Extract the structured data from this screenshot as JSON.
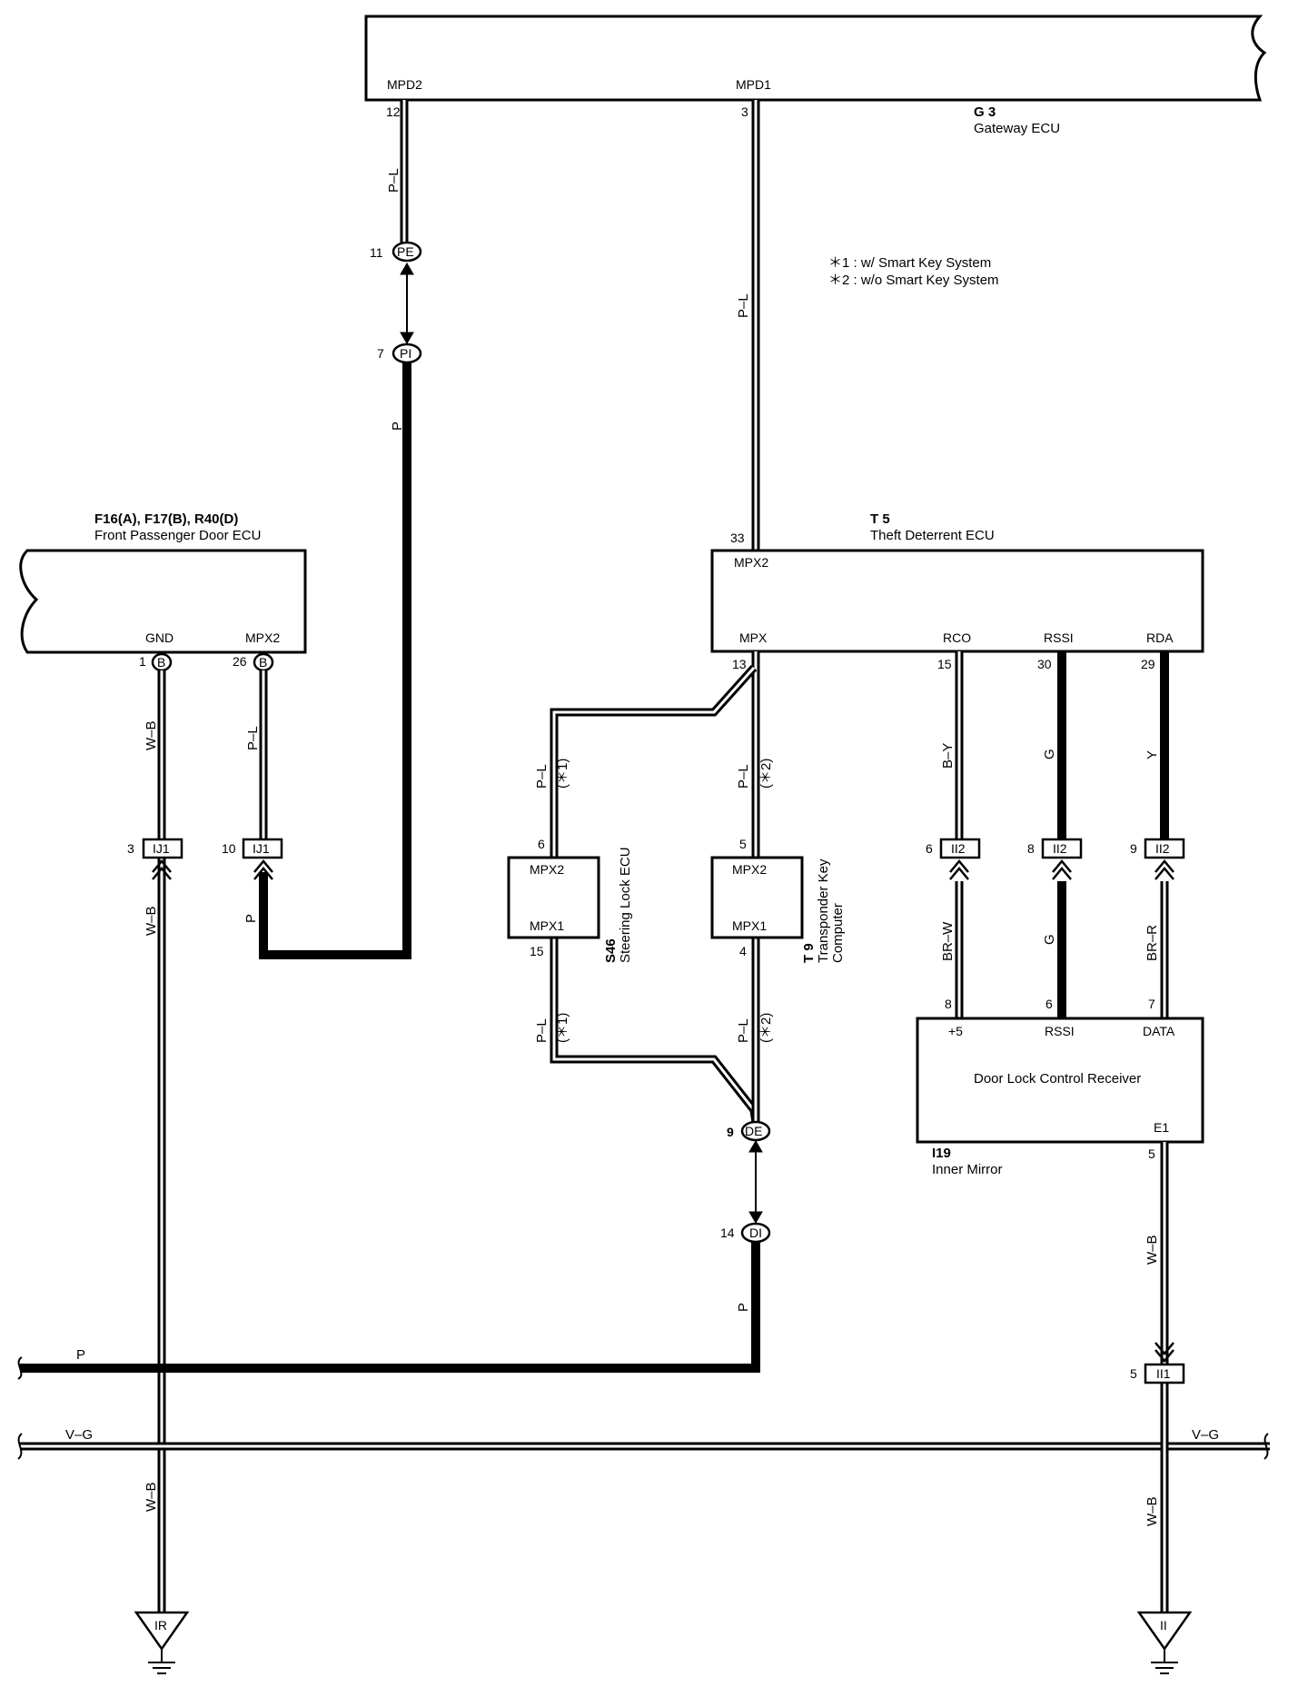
{
  "notes": {
    "note1": "＊1 : w/ Smart Key System",
    "note2": "＊2 : w/o Smart Key System"
  },
  "gateway": {
    "code": "G 3",
    "name": "Gateway ECU",
    "pin_mpd2_label": "MPD2",
    "pin_mpd1_label": "MPD1",
    "pin_mpd2_no": "12",
    "pin_mpd1_no": "3"
  },
  "front_door": {
    "code": "F16(A), F17(B), R40(D)",
    "name": "Front Passenger Door ECU",
    "gnd_label": "GND",
    "mpx2_label": "MPX2",
    "gnd_pin": "1",
    "gnd_conn": "B",
    "mpx2_pin": "26",
    "mpx2_conn": "B"
  },
  "theft": {
    "code": "T 5",
    "name": "Theft Deterrent ECU",
    "mpx2_label": "MPX2",
    "mpx2_pin": "33",
    "mpx_label": "MPX",
    "mpx_pin": "13",
    "rco_label": "RCO",
    "rco_pin": "15",
    "rssi_label": "RSSI",
    "rssi_pin": "30",
    "rda_label": "RDA",
    "rda_pin": "29"
  },
  "steering": {
    "code": "S46",
    "name": "Steering Lock ECU",
    "mpx2_label": "MPX2",
    "mpx1_label": "MPX1",
    "mpx2_pin": "6",
    "mpx1_pin": "15"
  },
  "transponder": {
    "code": "T 9",
    "name1": "Transponder Key",
    "name2": "Computer",
    "mpx2_label": "MPX2",
    "mpx1_label": "MPX1",
    "mpx2_pin": "5",
    "mpx1_pin": "4"
  },
  "receiver": {
    "code": "I19",
    "name": "Inner Mirror",
    "title": "Door Lock Control Receiver",
    "p5_label": "+5",
    "rssi_label": "RSSI",
    "data_label": "DATA",
    "e1_label": "E1",
    "p5_pin": "8",
    "rssi_pin": "6",
    "data_pin": "7",
    "e1_pin": "5"
  },
  "connectors": {
    "pe_pin": "11",
    "pe_name": "PE",
    "pi_pin": "7",
    "pi_name": "PI",
    "de_pin": "9",
    "de_name": "DE",
    "di_pin": "14",
    "di_name": "DI",
    "ij1a_pin": "3",
    "ij1a_name": "IJ1",
    "ij1b_pin": "10",
    "ij1b_name": "IJ1",
    "ii2a_pin": "6",
    "ii2a_name": "II2",
    "ii2b_pin": "8",
    "ii2b_name": "II2",
    "ii2c_pin": "9",
    "ii2c_name": "II2",
    "ii1_pin": "5",
    "ii1_name": "II1"
  },
  "grounds": {
    "left": "IR",
    "right": "II"
  },
  "wires": {
    "pl": "P–L",
    "p": "P",
    "wb": "W–B",
    "by": "B–Y",
    "g": "G",
    "y": "Y",
    "brw": "BR–W",
    "brr": "BR–R",
    "vg": "V–G",
    "star1": "(＊1)",
    "star2": "(＊2)"
  }
}
